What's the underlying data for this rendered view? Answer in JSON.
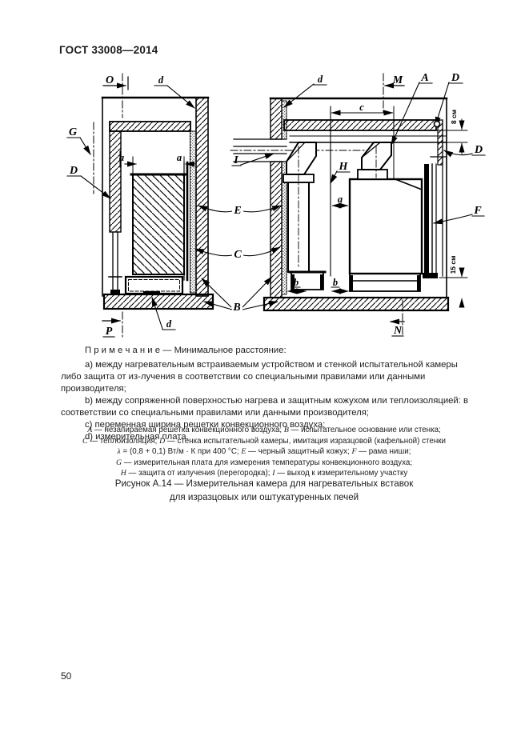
{
  "header": {
    "title": "ГОСТ 33008—2014"
  },
  "figure": {
    "labels": {
      "O": "O",
      "G": "G",
      "P": "P",
      "B": "B",
      "E": "E",
      "C": "C",
      "M": "M",
      "A": "A",
      "I": "I",
      "H": "H",
      "F": "F",
      "N": "N",
      "D": "D",
      "d": "d",
      "a": "a",
      "b": "b",
      "c": "c",
      "dim_8cm": "8 см",
      "dim_15cm": "15 см"
    }
  },
  "note": {
    "label": "П р и м е ч а н и е",
    "intro": " — Минимальное расстояние:",
    "items": [
      "a) между нагревательным встраиваемым устройством и стенкой испытательной камеры либо защита от из-лучения в соответствии со специальными правилами или данными производителя;",
      "b) между сопряженной поверхностью нагрева и защитным кожухом или теплоизоляцией: в соответствии со специальными правилами или данными производителя;",
      "c) переменная ширина решетки конвекционного воздуха;",
      "d) измерительная плата."
    ]
  },
  "legend": {
    "lines": [
      {
        "segs": [
          {
            "t": "A"
          },
          {
            "t": " — незапираемая решетка конвекционного воздуха; "
          },
          {
            "t": "B"
          },
          {
            "t": " — испытательное основание или стенка;"
          }
        ]
      },
      {
        "segs": [
          {
            "t": "C"
          },
          {
            "t": " — теплоизоляция; "
          },
          {
            "t": "D"
          },
          {
            "t": " — стенка испытательной камеры, имитация изразцовой (кафельной) стенки"
          }
        ]
      },
      {
        "segs": [
          {
            "t": "λ"
          },
          {
            "t": " = (0,8 + 0,1) Вт/м · К при 400 °С; "
          },
          {
            "t": "E"
          },
          {
            "t": " — черный защитный кожух; "
          },
          {
            "t": "F"
          },
          {
            "t": " — рама ниши;"
          }
        ]
      },
      {
        "segs": [
          {
            "t": "G"
          },
          {
            "t": " — измерительная плата для измерения температуры конвекционного воздуха;"
          }
        ]
      },
      {
        "segs": [
          {
            "t": "H"
          },
          {
            "t": " — защита от излучения (перегородка); "
          },
          {
            "t": "I"
          },
          {
            "t": " — выход к измерительному участку"
          }
        ]
      }
    ]
  },
  "caption": {
    "line1": "Рисунок А.14 — Измерительная камера для нагревательных вставок",
    "line2": "для изразцовых или оштукатуренных печей"
  },
  "page_number": "50"
}
